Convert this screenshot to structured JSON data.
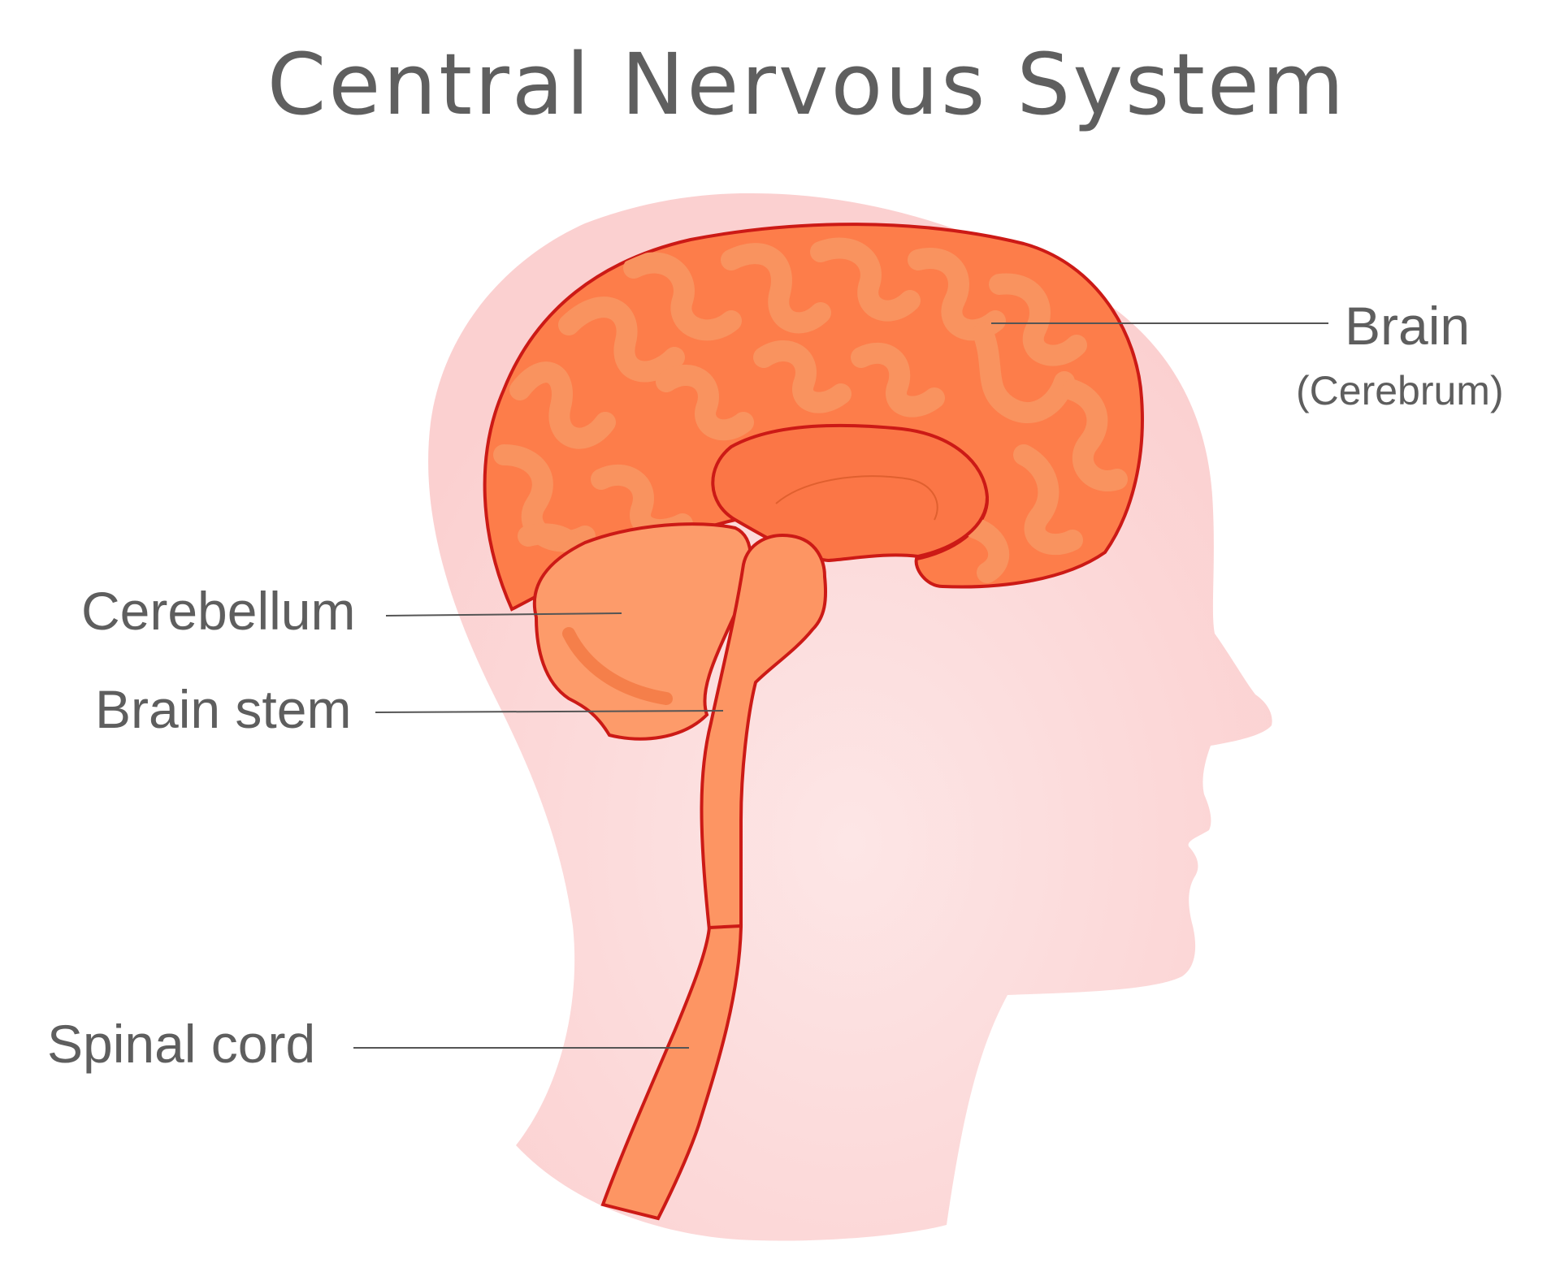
{
  "title": "Central Nervous System",
  "labels": {
    "brain": "Brain",
    "brain_sub": "(Cerebrum)",
    "cerebellum": "Cerebellum",
    "brain_stem": "Brain stem",
    "spinal_cord": "Spinal cord"
  },
  "colors": {
    "head_skin": "#fbd0d0",
    "head_glow": "#fde6e6",
    "brain_outline": "#cc1a16",
    "cerebrum_fill": "#fd7d4a",
    "gyri_fill": "#f9935f",
    "cerebellum_fill": "#fd9b6a",
    "stem_fill": "#fd9563",
    "corpus_fill": "#fb7646",
    "text": "#5e5e5e"
  }
}
